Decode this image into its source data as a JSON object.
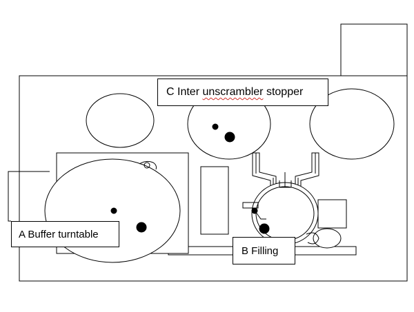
{
  "labels": {
    "c_prefix": "C Inter ",
    "c_flagged": "unscrambler",
    "c_suffix": " stopper",
    "a": "A Buffer turntable",
    "b": "B Filling"
  },
  "colors": {
    "stroke": "#000000",
    "fill": "#ffffff",
    "spellcheck": "#d0302a"
  }
}
